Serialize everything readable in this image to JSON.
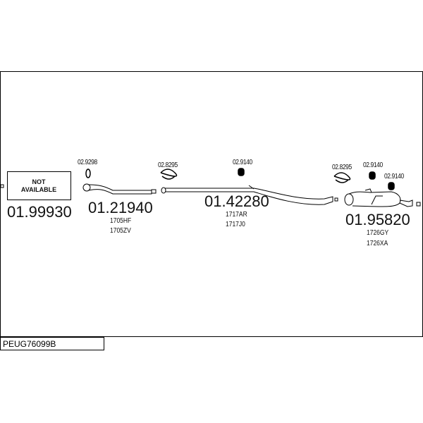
{
  "diagram_id": "PEUG76099B",
  "not_available": {
    "line1": "NOT",
    "line2": "AVAILABLE"
  },
  "parts": [
    {
      "number": "01.99930",
      "refs": []
    },
    {
      "number": "01.21940",
      "refs": [
        "1705HF",
        "1705ZV"
      ]
    },
    {
      "number": "01.42280",
      "refs": [
        "1717AR",
        "1717J0"
      ]
    },
    {
      "number": "01.95820",
      "refs": [
        "1726GY",
        "1726XA"
      ]
    }
  ],
  "accessories": [
    "02.9298",
    "02.8295",
    "02.9140",
    "02.8295",
    "02.9140",
    "02.9140"
  ]
}
